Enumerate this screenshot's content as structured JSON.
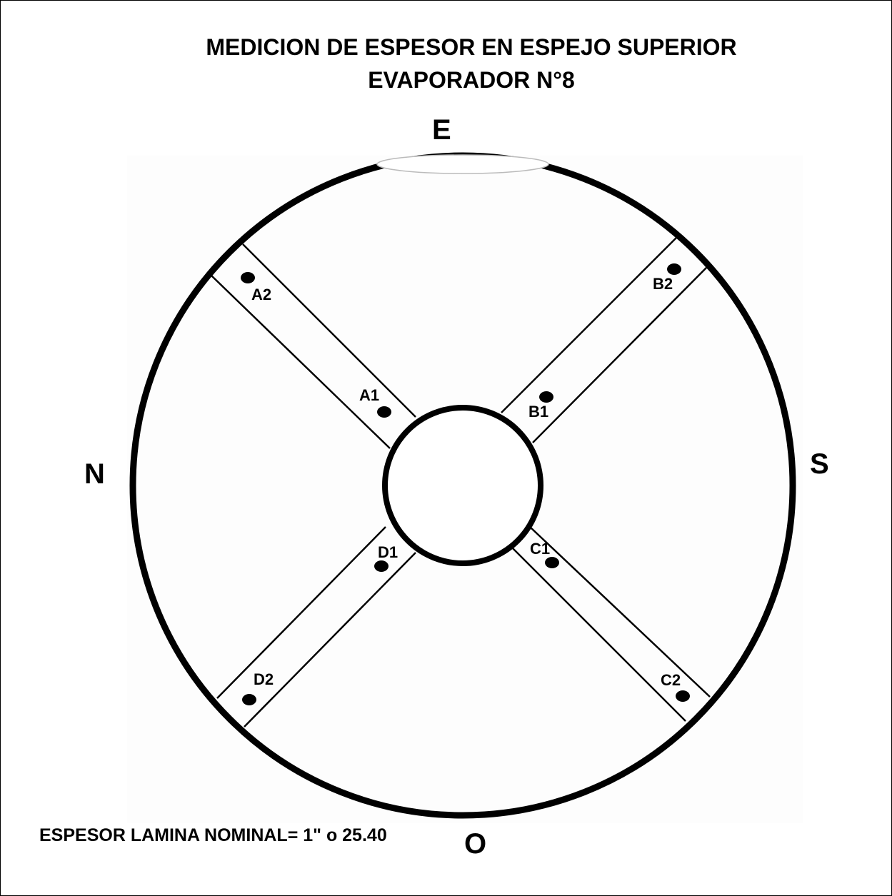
{
  "title": {
    "line1": "MEDICION DE ESPESOR EN ESPEJO SUPERIOR",
    "line2": "EVAPORADOR N°8"
  },
  "directions": {
    "east": "E",
    "north": "N",
    "south": "S",
    "west": "O"
  },
  "note": "ESPESOR LAMINA NOMINAL= 1\" o 25.40",
  "points": {
    "A2": "A2",
    "A1": "A1",
    "B2": "B2",
    "B1": "B1",
    "C1": "C1",
    "C2": "C2",
    "D1": "D1",
    "D2": "D2"
  }
}
